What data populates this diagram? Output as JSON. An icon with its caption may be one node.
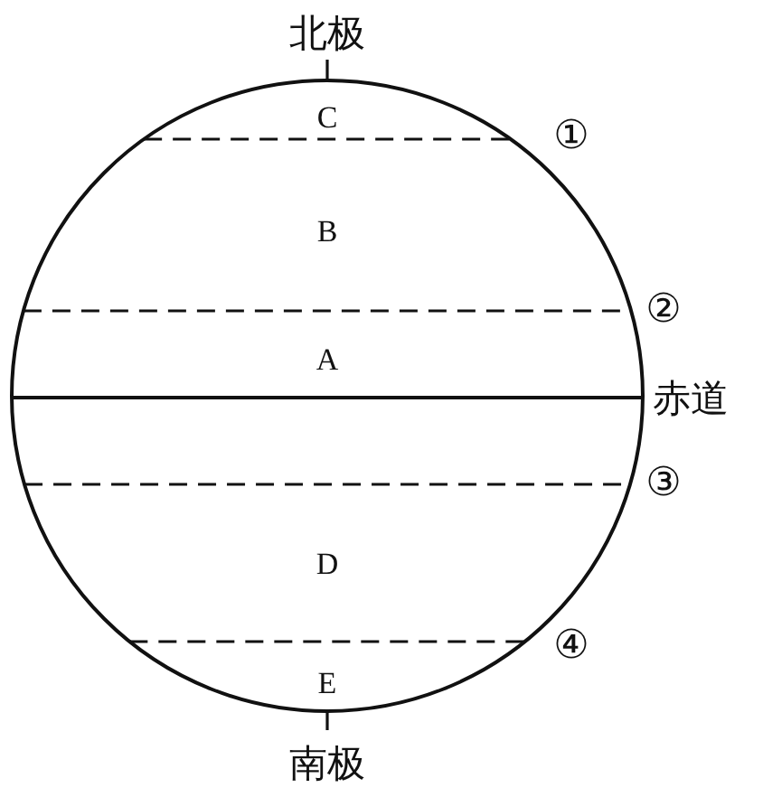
{
  "diagram": {
    "labels": [
      "北极",
      "C",
      "①",
      "B",
      "②",
      "A",
      "赤道",
      "③",
      "D",
      "④",
      "E",
      "南极"
    ]
  }
}
